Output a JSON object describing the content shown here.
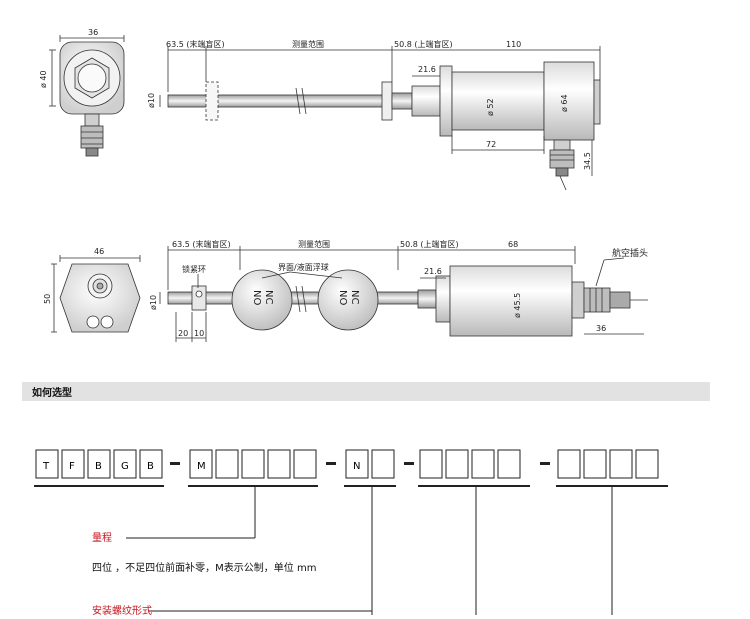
{
  "drawing1": {
    "head_width": "36",
    "head_diameter": "ø 40",
    "rod_diameter": "ø10",
    "dead_end_label": "63.5 (末端盲区)",
    "range_label": "测量范围",
    "dead_top_label": "50.8 (上端盲区)",
    "housing_length": "110",
    "nut_length": "21.6",
    "body_diameter_1": "ø 52",
    "body_diameter_2": "ø 64",
    "lower_length": "72",
    "cable_height": "34.5"
  },
  "drawing2": {
    "head_width": "46",
    "head_height": "50",
    "rod_diameter": "ø10",
    "dead_end_label": "63.5 (末端盲区)",
    "range_label": "测量范围",
    "dead_top_label": "50.8 (上端盲区)",
    "housing_length": "68",
    "connector_label": "航空插头",
    "lock_ring_label": "锁紧环",
    "float_label": "界面/液面浮球",
    "nut_length": "21.6",
    "body_diameter": "ø 45.5",
    "dim_20": "20",
    "dim_10": "10",
    "dim_36": "36",
    "float1_top": "NO",
    "float1_bottom": "NC",
    "float2_top": "NO",
    "float2_bottom": "NC"
  },
  "selection": {
    "section_title": "如何选型",
    "code_letters": [
      "T",
      "F",
      "B",
      "G",
      "B"
    ],
    "group2_prefix": "M",
    "group3_prefix": "N",
    "range_title": "量程",
    "range_desc": "四位 ，不足四位前面补零，M表示公制，单位 mm",
    "thread_title": "安装螺纹形式"
  },
  "colors": {
    "accent_red": "#c8161d",
    "band_gray": "#e2e2e2"
  }
}
